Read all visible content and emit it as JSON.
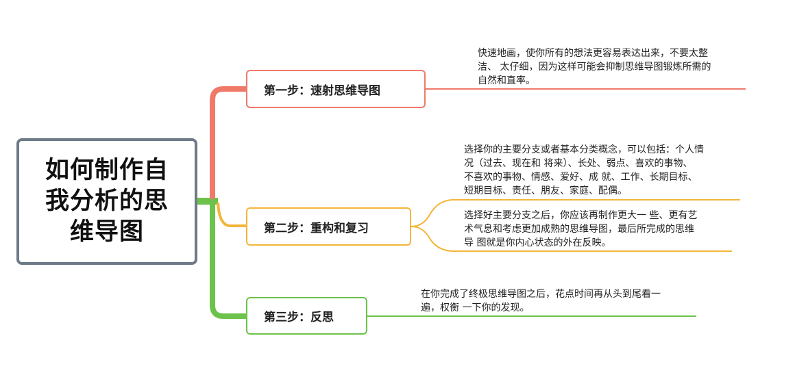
{
  "central": {
    "title": "如何制作自我分析的思维导图"
  },
  "branches": [
    {
      "label": "第一步：速射思维导图",
      "color": "#f07a6a",
      "notes": [
        "快速地画，使你所有的想法更容易表达出来，不要太整\n洁、 太仔细，因为这样可能会抑制思维导图锻炼所需的\n自然和直率。"
      ]
    },
    {
      "label": "第二步：重构和复习",
      "color": "#f3b53a",
      "notes": [
        "选择你的主要分支或者基本分类概念，可以包括：个人情\n况（过去、现在和 将来）、长处、弱点、喜欢的事物、\n不喜欢的事物、情感、爱好、成 就、工作、长期目标、\n短期目标、责任、朋友、家庭、配偶。",
        "选择好主要分支之后，你应该再制作更大一 些、更有艺\n术气息和考虑更加成熟的思维导图，最后所完成的思维\n导 图就是你内心状态的外在反映。"
      ]
    },
    {
      "label": "第三步：反思",
      "color": "#6cc24a",
      "notes": [
        "在你完成了终极思维导图之后，花点时间再从头到尾看一\n遍，权衡 一下你的发现。"
      ]
    }
  ]
}
